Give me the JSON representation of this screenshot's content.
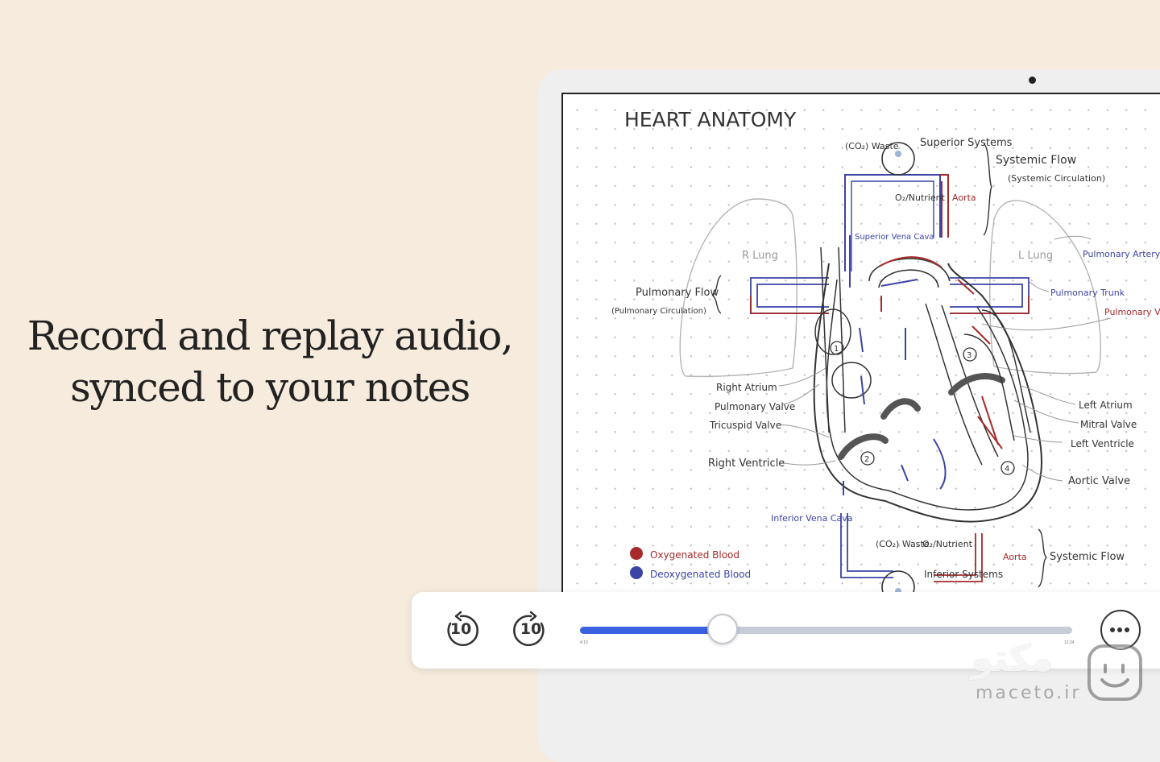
{
  "headline": {
    "line1": "Record and replay audio,",
    "line2": "synced to your notes"
  },
  "note": {
    "title": "HEART ANATOMY",
    "labels": {
      "superior_systems": "Superior Systems",
      "co2_waste_top": "(CO₂) Waste",
      "systemic_flow_top": "Systemic Flow",
      "systemic_circulation": "(Systemic Circulation)",
      "o2_nutrient_top": "O₂/Nutrient",
      "aorta_top": "Aorta",
      "superior_vena_cava": "Superior Vena Cava",
      "r_lung": "R Lung",
      "l_lung": "L Lung",
      "pulmonary_artery": "Pulmonary Artery",
      "pulmonary_flow": "Pulmonary Flow",
      "pulmonary_circulation": "(Pulmonary Circulation)",
      "pulmonary_trunk": "Pulmonary Trunk",
      "pulmonary_vein": "Pulmonary Vein",
      "right_atrium": "Right Atrium",
      "pulmonary_valve": "Pulmonary Valve",
      "tricuspid_valve": "Tricuspid Valve",
      "right_ventricle": "Right Ventricle",
      "left_atrium": "Left Atrium",
      "mitral_valve": "Mitral Valve",
      "left_ventricle": "Left Ventricle",
      "aortic_valve": "Aortic Valve",
      "inferior_vena_cava": "Inferior Vena Cava",
      "co2_waste_bottom": "(CO₂) Waste",
      "o2_nutrient_bottom": "O₂/Nutrient",
      "inferior_systems": "Inferior Systems",
      "aorta_bottom": "Aorta",
      "systemic_flow_bottom": "Systemic Flow",
      "n1": "1",
      "n2": "2",
      "n3": "3",
      "n4": "4"
    },
    "legend": [
      {
        "label": "Oxygenated Blood",
        "color": "#a62a2a"
      },
      {
        "label": "Deoxygenated Blood",
        "color": "#3c44a6"
      }
    ]
  },
  "player": {
    "skip_back": {
      "seconds": "10",
      "icon": "rewind-10-icon"
    },
    "skip_forward": {
      "seconds": "10",
      "icon": "forward-10-icon"
    },
    "progress": 0.29,
    "time_elapsed": "4:10",
    "time_total": "12:24",
    "more_icon": "more-horizontal-icon",
    "accent_color": "#3a62e0"
  },
  "watermark": {
    "fa": "مکتو",
    "en": "maceto.ir"
  }
}
